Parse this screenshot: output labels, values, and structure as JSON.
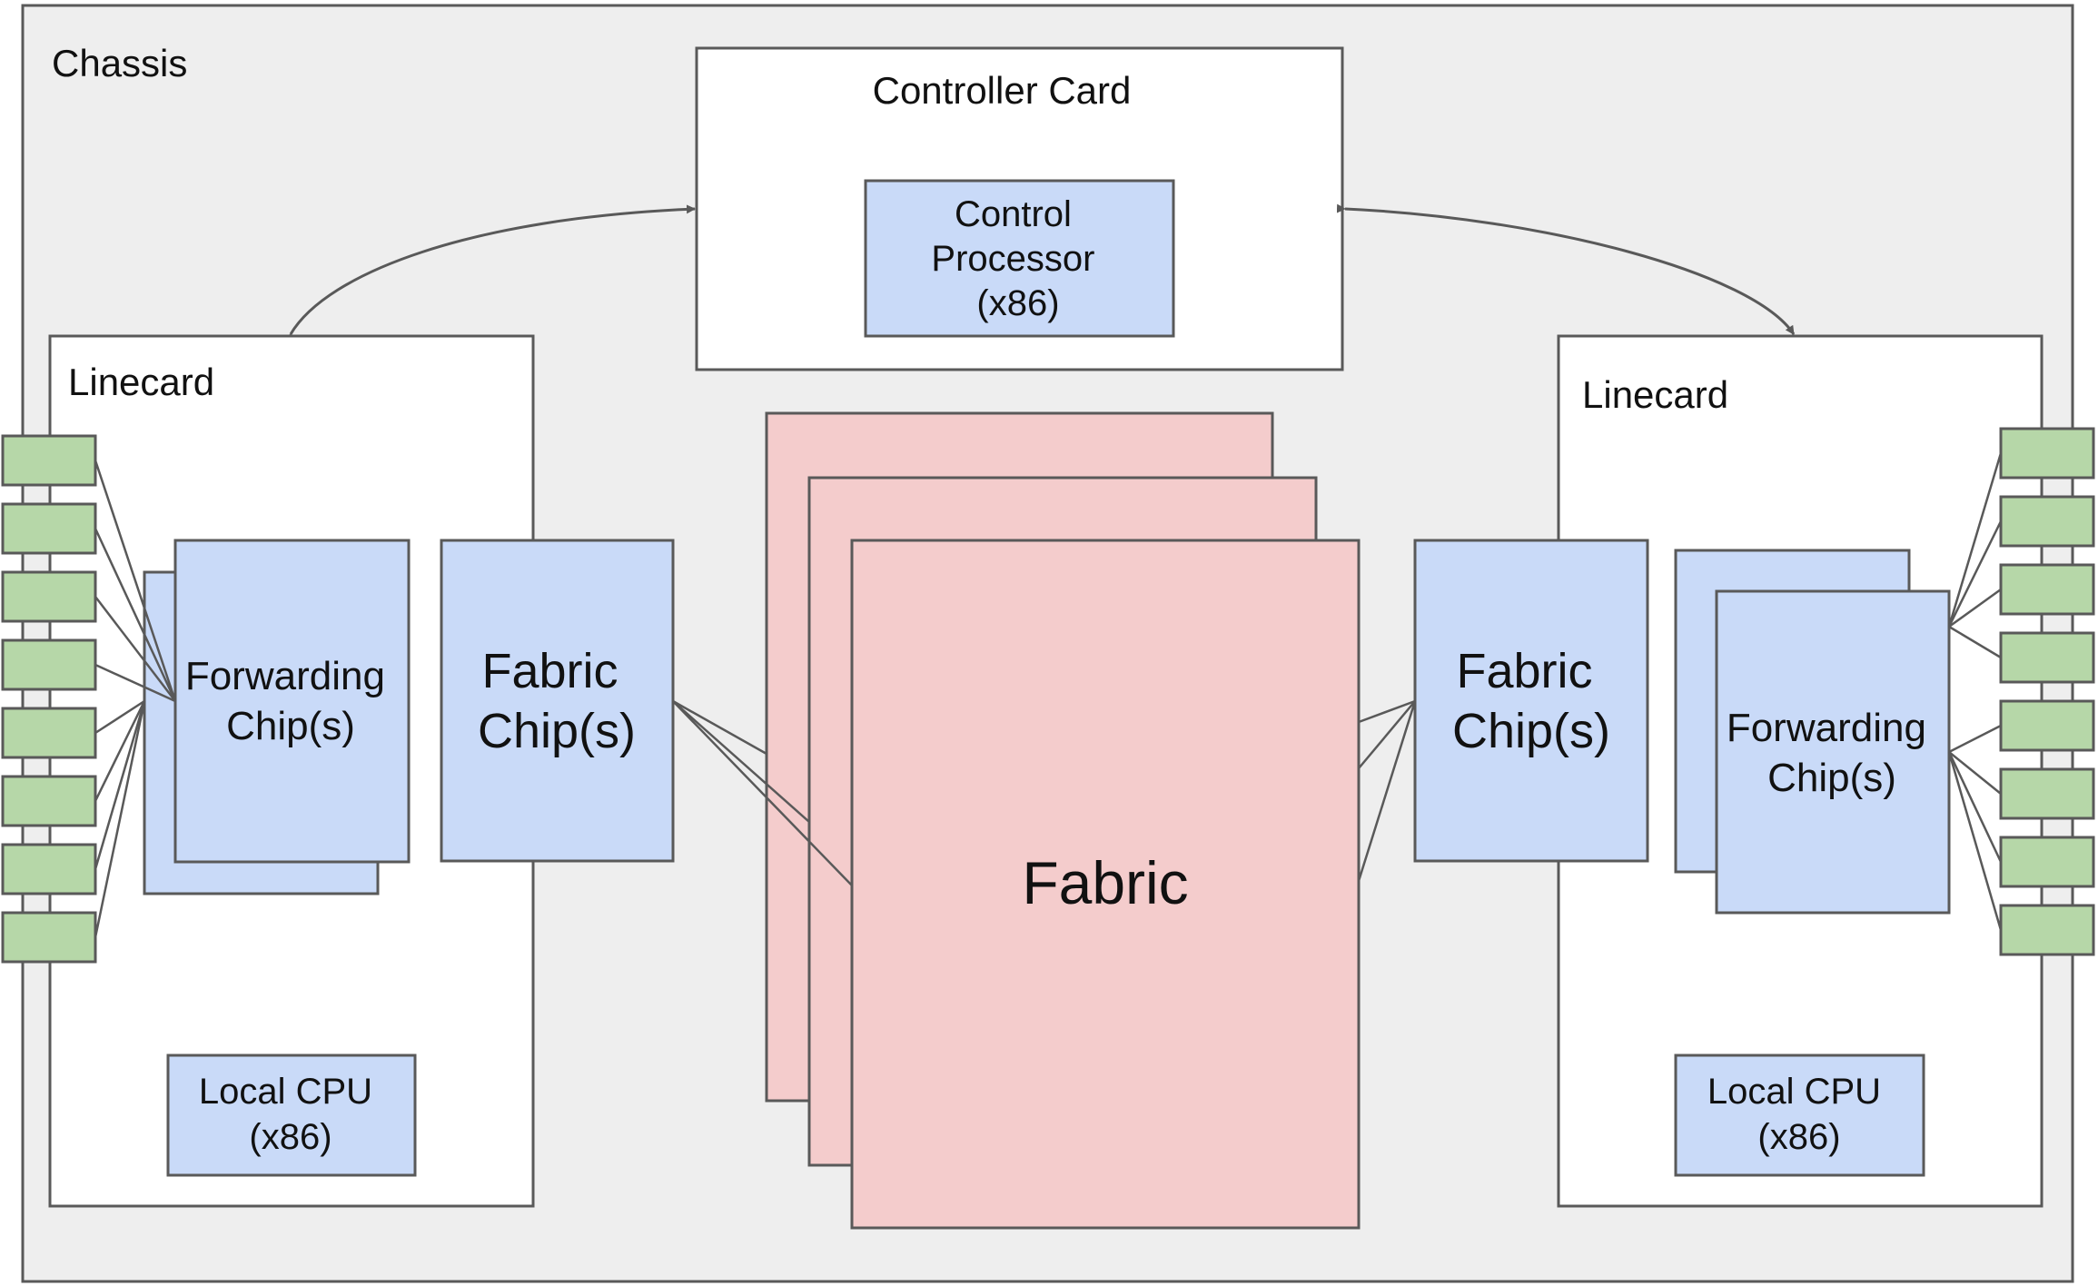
{
  "chassis": {
    "label": "Chassis"
  },
  "controller_card": {
    "label": "Controller Card",
    "processor": {
      "lines": [
        "Control",
        "Processor",
        "(x86)"
      ]
    }
  },
  "linecard_left": {
    "label": "Linecard",
    "forwarding_chip": {
      "lines": [
        "Forwarding",
        "Chip(s)"
      ]
    },
    "fabric_chip": {
      "lines": [
        "Fabric",
        "Chip(s)"
      ]
    },
    "local_cpu": {
      "lines": [
        "Local CPU",
        "(x86)"
      ]
    },
    "port_count": 8
  },
  "linecard_right": {
    "label": "Linecard",
    "forwarding_chip": {
      "lines": [
        "Forwarding",
        "Chip(s)"
      ]
    },
    "fabric_chip": {
      "lines": [
        "Fabric",
        "Chip(s)"
      ]
    },
    "local_cpu": {
      "lines": [
        "Local CPU",
        "(x86)"
      ]
    },
    "port_count": 8
  },
  "fabric": {
    "label": "Fabric",
    "card_count": 3
  },
  "colors": {
    "chassis_fill": "#eeeeee",
    "card_fill": "#ffffff",
    "chip_fill": "#c9daf8",
    "fabric_fill": "#f4cccc",
    "port_fill": "#b6d7a8",
    "stroke": "#595959"
  }
}
